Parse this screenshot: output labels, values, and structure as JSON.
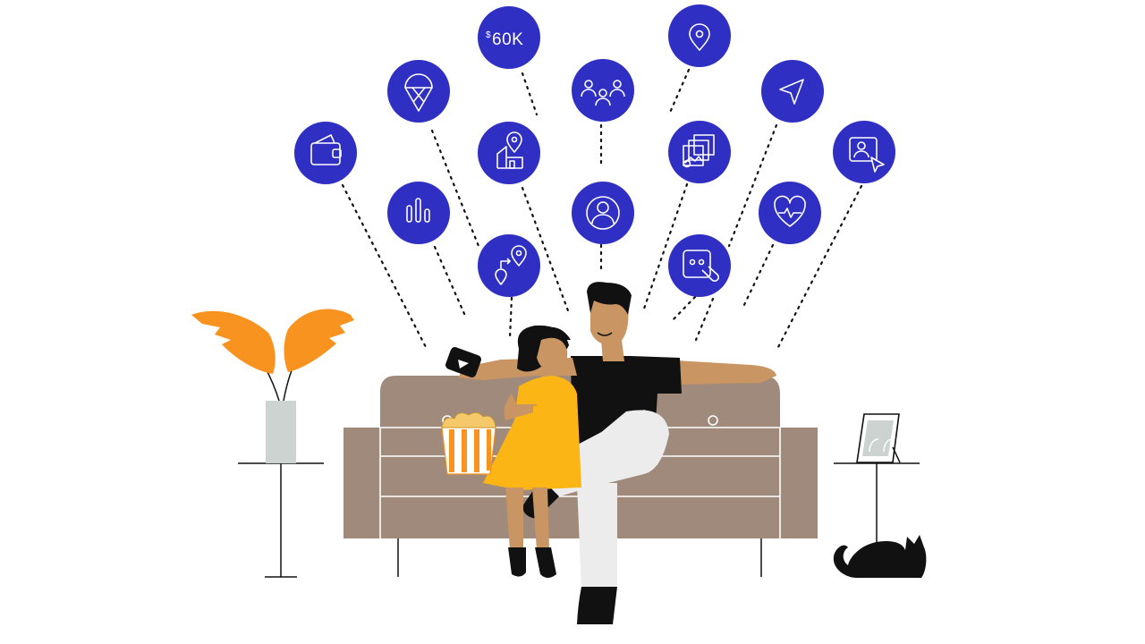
{
  "colors": {
    "bubble": "#2f2fc4",
    "sofa": "#a08a7b",
    "sofa_line": "#ffffff",
    "plant": "#f7931e",
    "vase": "#cdd3d1",
    "dress": "#fbb615",
    "skin": "#c89563",
    "shirt": "#111111",
    "pants": "#ececec",
    "cat": "#111111"
  },
  "bubbles": [
    {
      "icon": "wallet-icon"
    },
    {
      "icon": "ice-cream-icon"
    },
    {
      "icon": "bar-chart-icon"
    },
    {
      "icon": "income-label",
      "currency": "$",
      "label": "60K"
    },
    {
      "icon": "home-location-icon"
    },
    {
      "icon": "route-icon"
    },
    {
      "icon": "group-icon"
    },
    {
      "icon": "user-profile-icon"
    },
    {
      "icon": "location-pin-icon"
    },
    {
      "icon": "photos-icon"
    },
    {
      "icon": "touch-interaction-icon"
    },
    {
      "icon": "navigation-arrow-icon"
    },
    {
      "icon": "health-heart-icon"
    },
    {
      "icon": "screen-click-icon"
    }
  ],
  "scene": {
    "people": [
      "father",
      "daughter"
    ],
    "props": [
      "sofa",
      "phone",
      "popcorn-bucket",
      "plant",
      "side-table",
      "picture-frame",
      "cat"
    ]
  }
}
